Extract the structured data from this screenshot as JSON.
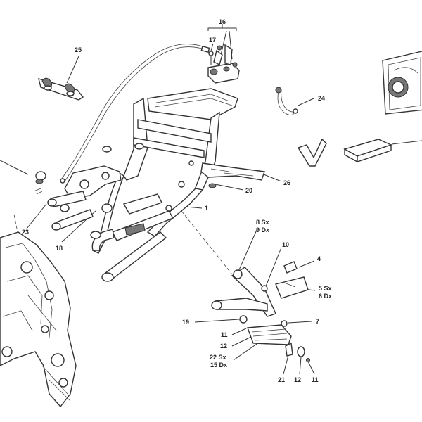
{
  "labels": {
    "l1": "1",
    "l4": "4",
    "l5": "5 Sx",
    "l6": "6 Dx",
    "l7": "7",
    "l8": "8 Sx",
    "l9": "9 Dx",
    "l10": "10",
    "l11a": "11",
    "l11b": "11",
    "l12a": "12",
    "l12b": "12",
    "l15": "15 Dx",
    "l16": "16",
    "l17": "17",
    "l18": "18",
    "l19": "19",
    "l20": "20",
    "l21": "21",
    "l22": "22 Sx",
    "l23": "23",
    "l24": "24",
    "l25": "25",
    "l26": "26"
  }
}
